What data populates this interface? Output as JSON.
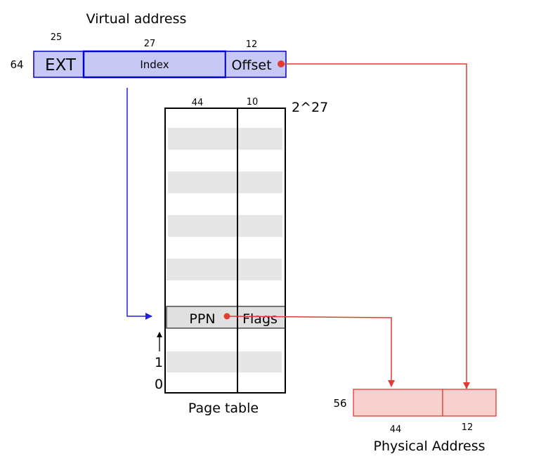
{
  "virtual_address": {
    "title": "Virtual address",
    "total_bits": "64",
    "fields": [
      {
        "label": "EXT",
        "bits": "25"
      },
      {
        "label": "Index",
        "bits": "27"
      },
      {
        "label": "Offset",
        "bits": "12"
      }
    ]
  },
  "page_table": {
    "caption": "Page table",
    "entries_label": "2^27",
    "column_bits": [
      "44",
      "10"
    ],
    "selected_entry": {
      "ppn": "PPN",
      "flags": "Flags"
    },
    "index_labels": [
      "1",
      "0"
    ]
  },
  "physical_address": {
    "caption": "Physical Address",
    "total_bits": "56",
    "field_bits": [
      "44",
      "12"
    ]
  },
  "colors": {
    "virtual_fill": "#c8c8f5",
    "virtual_stroke": "#0000cc",
    "virtual_arrow": "#2020e0",
    "physical_fill": "#f8d0d0",
    "physical_stroke": "#e03c31",
    "table_row_fill": "#e6e6e6",
    "selected_row_fill": "#e0e0e0"
  }
}
